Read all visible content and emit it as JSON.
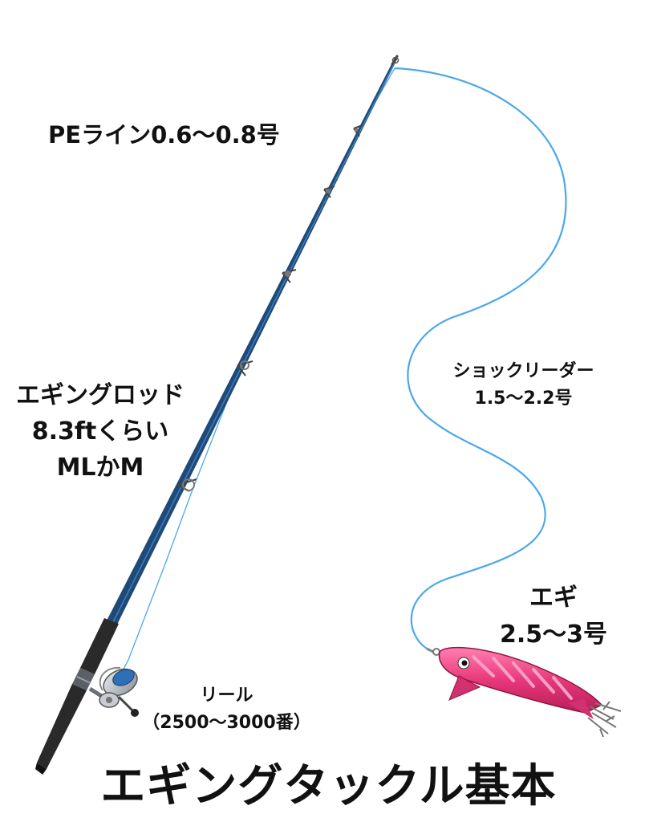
{
  "labels": {
    "pe_line": "PEライン0.6〜0.8号",
    "rod_line1": "エギングロッド",
    "rod_line2": "8.3ftくらい",
    "rod_line3": "MLかM",
    "leader_line1": "ショックリーダー",
    "leader_line2": "1.5〜2.2号",
    "egi_line1": "エギ",
    "egi_line2": "2.5〜3号",
    "reel_line1": "リール",
    "reel_line2": "（2500〜3000番）",
    "title": "エギングタックル基本"
  },
  "icons": [
    "fishing-rod-icon",
    "spinning-reel-icon",
    "squid-jig-icon"
  ],
  "colors": {
    "line": "#4aa8e8",
    "rod_blank": "#1f4a78",
    "rod_highlight": "#3f7fc0",
    "grip": "#2a2a2a",
    "egi_body": "#e8387a",
    "egi_stripe": "#f7a0c4",
    "text": "#111111"
  }
}
